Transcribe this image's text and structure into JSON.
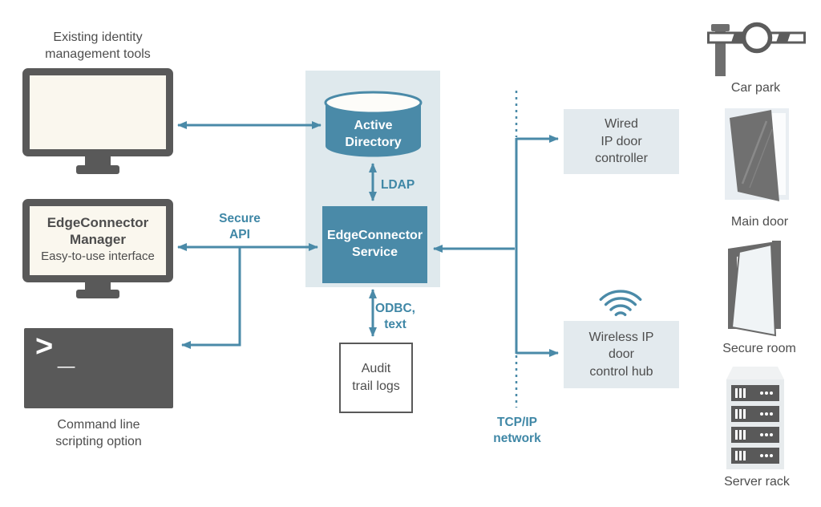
{
  "colors": {
    "teal": "#4a8aa8",
    "teal_text": "#3f87a6",
    "dark_gray": "#595959",
    "text_gray": "#4d4d4d",
    "screen_cream": "#faf7ee",
    "panel_blue": "#dfe9ed",
    "box_blue_gray": "#e3eaee"
  },
  "left": {
    "identity_label": "Existing identity\nmanagement tools",
    "manager_title": "EdgeConnector\nManager",
    "manager_subtitle": "Easy-to-use interface",
    "terminal_prompt": ">",
    "terminal_cursor": "_",
    "terminal_label": "Command line\nscripting option"
  },
  "center": {
    "active_directory": "Active\nDirectory",
    "ldap_label": "LDAP",
    "service_label": "EdgeConnector\nService",
    "secure_api_label": "Secure\nAPI",
    "odbc_label": "ODBC,\ntext",
    "audit_label": "Audit\ntrail logs"
  },
  "network": {
    "wired_controller": "Wired\nIP door\ncontroller",
    "wireless_hub": "Wireless IP\ndoor\ncontrol hub",
    "tcpip_label": "TCP/IP\nnetwork"
  },
  "right": {
    "car_park": "Car park",
    "main_door": "Main door",
    "secure_room": "Secure room",
    "server_rack": "Server rack"
  },
  "icons": {
    "monitor": "monitor-icon",
    "terminal": "terminal-icon",
    "database": "database-cylinder-icon",
    "wifi": "wifi-icon",
    "barrier": "car-park-barrier-icon",
    "door_closed": "main-door-icon",
    "door_open": "open-door-icon",
    "rack": "server-rack-icon"
  }
}
